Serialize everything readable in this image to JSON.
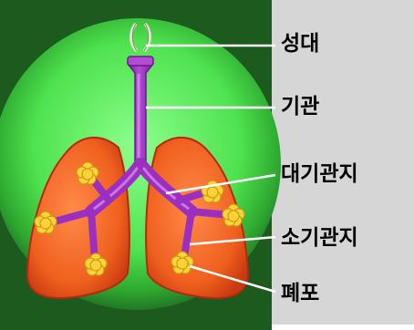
{
  "diagram": {
    "labels": {
      "vocal_cords": "성대",
      "trachea": "기관",
      "bronchi": "대기관지",
      "bronchioles": "소기관지",
      "alveoli": "폐포"
    },
    "colors": {
      "background_dark": "#1c5a1e",
      "glow": "#5ef05e",
      "side_panel": "#d6d6d6",
      "lung_fill": "#f0601e",
      "lung_outline": "#b82810",
      "airway": "#9b2fbf",
      "airway_highlight": "#d07be6",
      "alveolus": "#ffd23a",
      "leader_line": "#ffffff"
    }
  }
}
